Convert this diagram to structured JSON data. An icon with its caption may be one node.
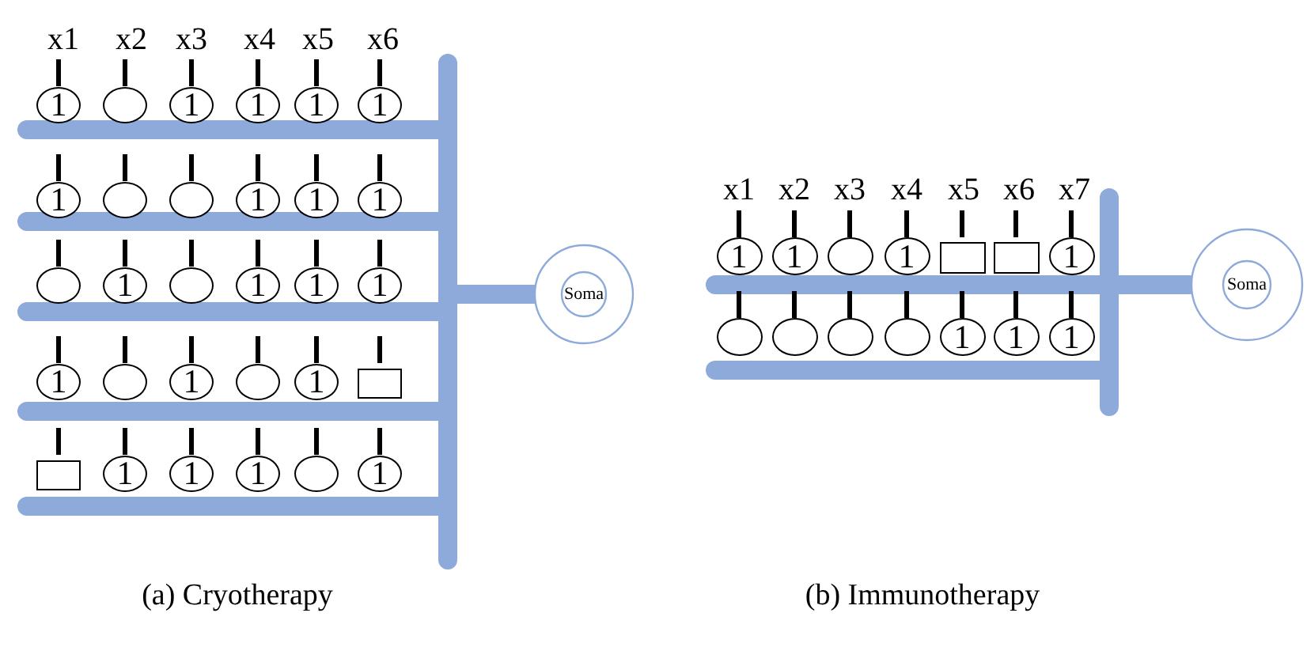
{
  "diagram": {
    "nodes": [
      {
        "text": [
          "1"
        ]
      },
      {
        "text": [],
        "shape": "ellipse"
      },
      {
        "text": [
          "1"
        ]
      },
      {
        "text": [
          "1"
        ]
      },
      {
        "text": [
          "1"
        ]
      },
      {
        "text": [
          "1"
        ]
      },
      {
        "text": [
          "1"
        ]
      },
      {
        "text": [],
        "shape": "ellipse"
      },
      {
        "text": [],
        "shape": "ellipse"
      },
      {
        "text": [
          "1"
        ]
      },
      {
        "text": [
          "1"
        ]
      },
      {
        "text": [
          "1"
        ]
      },
      {
        "text": [],
        "shape": "ellipse"
      },
      {
        "text": [
          "1"
        ]
      },
      {
        "text": [],
        "shape": "ellipse"
      },
      {
        "text": [
          "1"
        ]
      },
      {
        "text": [
          "1"
        ]
      },
      {
        "text": [
          "1"
        ]
      },
      {
        "text": [
          "1"
        ]
      },
      {
        "text": [],
        "shape": "ellipse"
      },
      {
        "text": [
          "1"
        ]
      },
      {
        "text": [],
        "shape": "ellipse"
      },
      {
        "text": [
          "1"
        ]
      },
      {
        "text": [],
        "shape": "box"
      },
      {
        "text": [],
        "shape": "box"
      },
      {
        "text": [
          "1"
        ]
      },
      {
        "text": [
          "1"
        ]
      },
      {
        "text": [
          "1"
        ]
      },
      {
        "text": [],
        "shape": "ellipse"
      },
      {
        "text": [
          "1"
        ]
      },
      {
        "text": [
          "Soma"
        ]
      },
      {
        "text": [
          "1"
        ]
      },
      {
        "text": [
          "1"
        ]
      },
      {
        "text": [],
        "shape": "ellipse"
      },
      {
        "text": [
          "1"
        ]
      },
      {
        "text": [],
        "shape": "box"
      },
      {
        "text": [],
        "shape": "box"
      },
      {
        "text": [
          "1"
        ]
      },
      {
        "text": [],
        "shape": "ellipse"
      },
      {
        "text": [],
        "shape": "ellipse"
      },
      {
        "text": [],
        "shape": "ellipse"
      },
      {
        "text": [],
        "shape": "ellipse"
      },
      {
        "text": [
          "1"
        ]
      },
      {
        "text": [
          "1"
        ]
      },
      {
        "text": [
          "1"
        ]
      },
      {
        "text": [
          "Soma"
        ]
      }
    ],
    "labels": [
      "x1",
      "x2",
      "x3",
      "x4",
      "x5",
      "x6",
      "x1",
      "x2",
      "x3",
      "x4",
      "x5",
      "x6",
      "x7",
      "(a) Cryotherapy",
      "(b) Immunotherapy"
    ]
  }
}
